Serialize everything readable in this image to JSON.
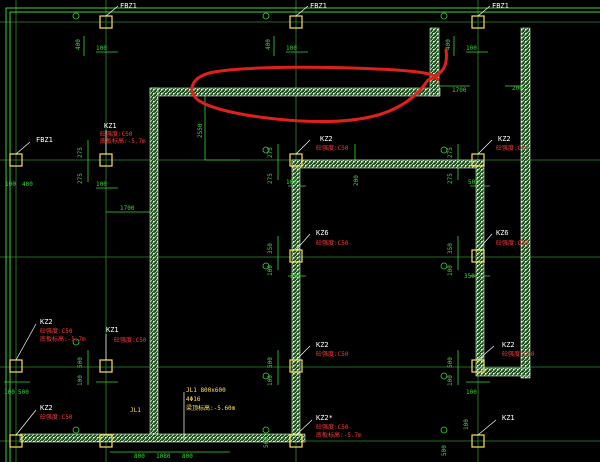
{
  "colors": {
    "background": "#000000",
    "axis": "#2e8b2e",
    "dim": "#39d639",
    "wall": "#a9d6a9",
    "column": "#ffe05a",
    "tag": "#ffffff",
    "note": "#ff3b3b",
    "markup": "#e0201a",
    "jl": "#ffe05a"
  },
  "tags": {
    "fbz1_a": "FBZ1",
    "fbz1_b": "FBZ1",
    "fbz1_c": "FBZ1",
    "fbz1_left": "FBZ1",
    "kz1_top": "KZ1",
    "kz2_a": "KZ2",
    "kz2_b": "KZ2",
    "kz6_a": "KZ6",
    "kz6_b": "KZ6",
    "kz2_left": "KZ2",
    "kz1_mid": "KZ1",
    "kz2_mid": "KZ2",
    "kz2_right": "KZ2",
    "kz2_bl": "KZ2",
    "kz2_bm": "KZ2*",
    "kz1_br": "KZ1"
  },
  "notes": {
    "c50": "砼强度:C50",
    "c50_b": "砼强度:C50",
    "c50_c": "砼强度:C50",
    "c50_d": "砼强度:C50",
    "c50_e": "砼强度:C50",
    "c50_f": "砼强度:C50",
    "c50_g": "砼强度:C50",
    "c50_h": "砼强度:C50",
    "c50_i": "砼强度:C50",
    "c50_j": "砼强度:C50",
    "c50_k": "砼强度:C50",
    "base": "底板标高:-5.7m",
    "base_b": "底板标高:-5.7m",
    "base_c": "底板标高:-5.7m"
  },
  "dims": {
    "d400": "400",
    "d100": "100",
    "d275": "275",
    "d200": "200",
    "d350": "350",
    "d500": "500",
    "d1700": "1700",
    "d2550": "2550",
    "d800": "800",
    "d1080": "1080"
  },
  "jl": {
    "jl1": "JL1",
    "jl1_spec": "JL1 800x600",
    "jl1_rebar": "4Φ16",
    "jl1_elev": "梁顶标高:-5.60m"
  }
}
